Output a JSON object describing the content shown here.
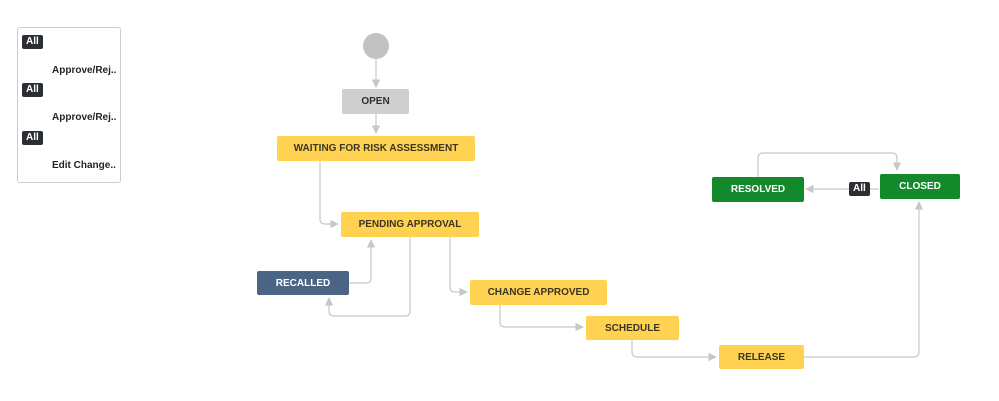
{
  "legend": {
    "items": [
      {
        "badge": "All",
        "label": "Approve/Rej.."
      },
      {
        "badge": "All",
        "label": "Approve/Rej.."
      },
      {
        "badge": "All",
        "label": "Edit Change.."
      }
    ]
  },
  "statuses": {
    "open": "OPEN",
    "waiting_for_risk_assessment": "WAITING FOR RISK ASSESSMENT",
    "pending_approval": "PENDING APPROVAL",
    "recalled": "RECALLED",
    "change_approved": "CHANGE APPROVED",
    "schedule": "SCHEDULE",
    "release": "RELEASE",
    "resolved": "RESOLVED",
    "closed": "CLOSED"
  },
  "transitions": {
    "closed_to_resolved_badge": "All"
  },
  "colors": {
    "start_node": "#c1c1c1",
    "open_status": "#cfcfcf",
    "in_progress_status": "#ffd351",
    "recalled_status": "#4a6484",
    "done_status": "#14892c",
    "connector": "#c7c7c7",
    "badge": "#2b2f33"
  }
}
